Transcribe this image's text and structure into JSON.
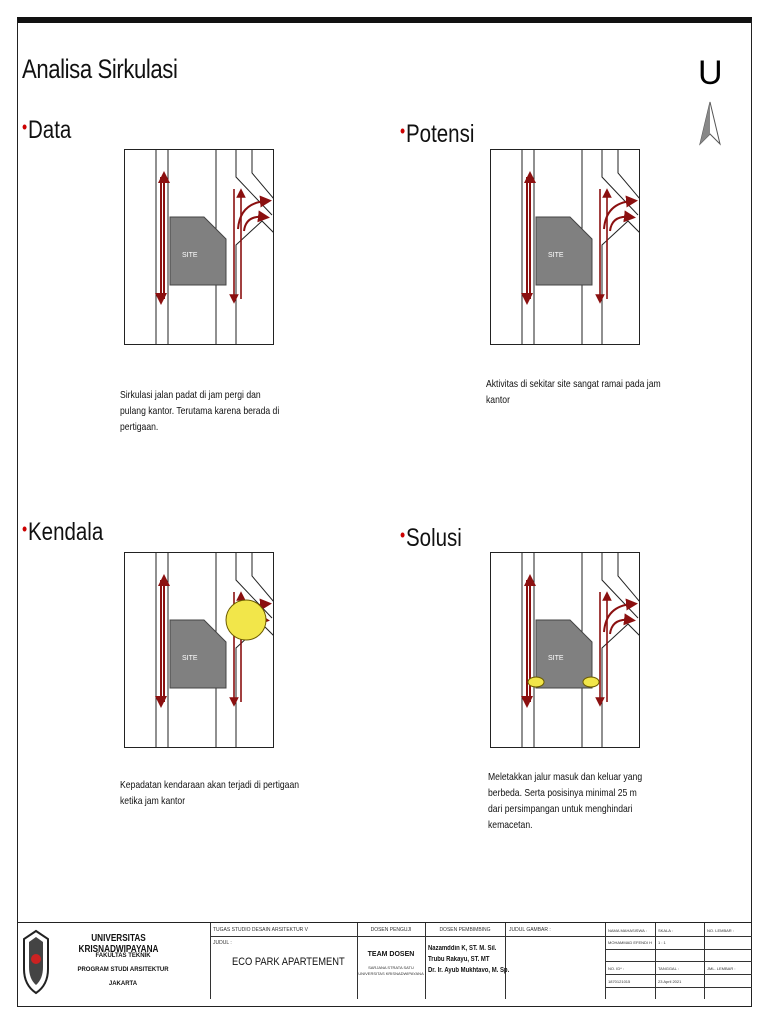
{
  "page": {
    "title": "Analisa Sirkulasi",
    "north_letter": "U"
  },
  "sections": [
    {
      "title": "Data",
      "desc": "Sirkulasi jalan padat di jam  pergi dan\npulang kantor.  Terutama karena berada di\npertigaan.",
      "site_label": "SITE",
      "marker": "none"
    },
    {
      "title": "Potensi",
      "desc": "Aktivitas di sekitar site sangat ramai pada jam\nkantor",
      "site_label": "SITE",
      "marker": "none"
    },
    {
      "title": "Kendala",
      "desc": "Kepadatan kendaraan akan terjadi di pertigaan\nketika jam kantor",
      "site_label": "SITE",
      "marker": "big-circle"
    },
    {
      "title": "Solusi",
      "desc": "Meletakkan jalur masuk  dan keluar yang\nberbeda.  Serta posisinya minimal 25  m\ndari persimpangan untuk  menghindari\nkemacetan.",
      "site_label": "SITE",
      "marker": "two-ellipses"
    }
  ],
  "colors": {
    "arrow": "#8b1010",
    "site": "#808080",
    "highlight": "#f2e64a"
  },
  "title_block": {
    "university": "UNIVERSITAS KRISNADWIPAYANA",
    "faculty": "FAKULTAS TEKNIK",
    "program": "PROGRAM STUDI ARSITEKTUR",
    "city": "JAKARTA",
    "task_label": "TUGAS STUDIO DESAIN ARSITEKTUR V",
    "judul_label": "JUDUL :",
    "judul": "ECO PARK APARTEMENT",
    "dosen_penguji_label": "DOSEN PENGUJI",
    "team_dosen": "TEAM DOSEN",
    "team_sub1": "SARJANA STRATA SATU",
    "team_sub2": "UNIVERSITAS KRISNADWIPAYANA",
    "dosen_pembimbing_label": "DOSEN PEMBIMBING",
    "pembimbing1": "Nazamddin K, ST. M. Sil.",
    "pembimbing2": "Trubu Rakayu, ST. MT",
    "pembimbing3": "Dr. Ir. Ayub Mukhtavo, M. Sp.",
    "judul_gambar_label": "JUDUL GAMBAR :",
    "nama_label": "NAMA MAHASISWA :",
    "nama": "MOHAMMAD EFENDI H",
    "nim_label": "NO. ID* :",
    "nim": "1870121015",
    "skala_label": "SKALA :",
    "skala": "1 : 1",
    "tanggal_label": "TANGGAL :",
    "tanggal": "23 April 2021",
    "no_lembar_label": "NO. LEMBAR :",
    "jml_lembar_label": "JML. LEMBAR :"
  }
}
